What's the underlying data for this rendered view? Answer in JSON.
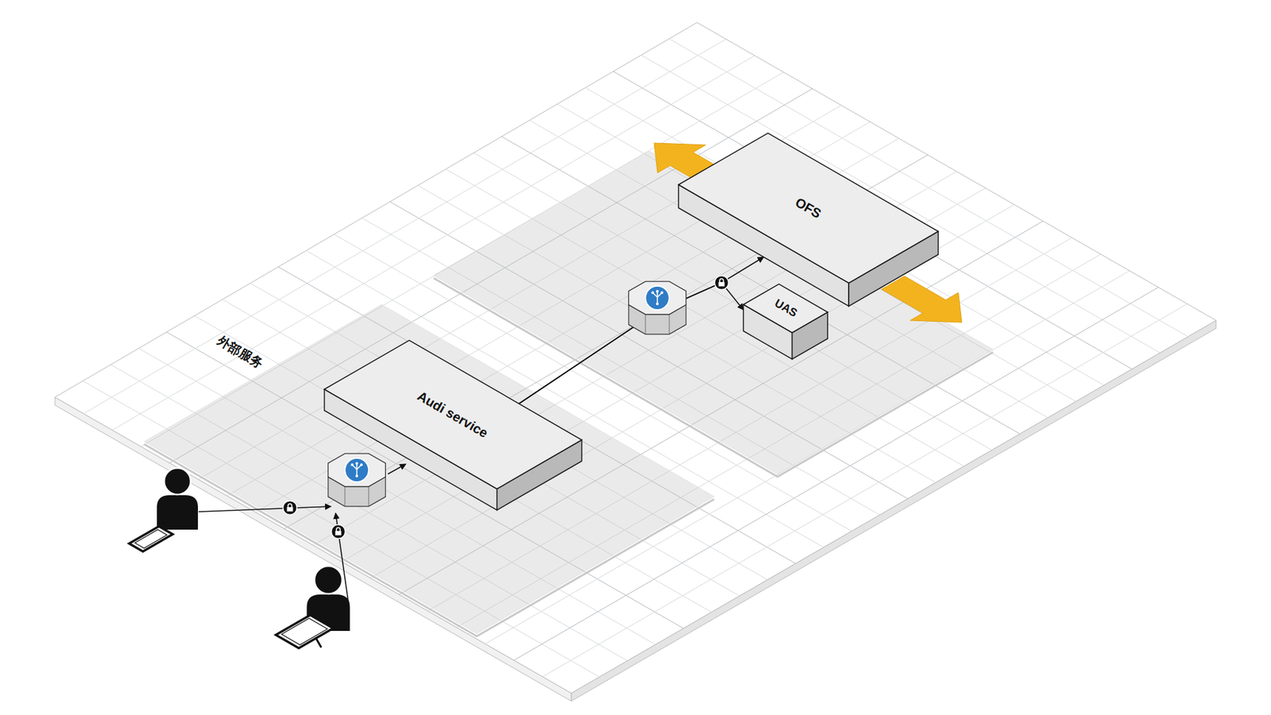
{
  "diagram": {
    "nodes": [
      {
        "text": [
          "Audi service"
        ]
      },
      {
        "text": [
          "OFS"
        ]
      },
      {
        "text": [
          "UAS"
        ]
      }
    ],
    "edges": [
      {
        "from": 0,
        "to": 1,
        "arrow": "to"
      },
      {
        "from": 0,
        "to": 2,
        "arrow": "to"
      }
    ],
    "labels": [
      "外部服务"
    ]
  }
}
